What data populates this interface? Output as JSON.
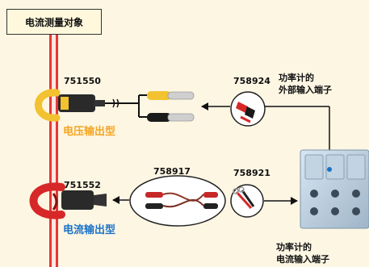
{
  "target": {
    "label": "电流测量对象"
  },
  "probe_voltage": {
    "model": "751550",
    "type_label": "电压输出型"
  },
  "probe_current": {
    "model": "751552",
    "type_label": "电流输出型"
  },
  "adapter_external": {
    "model": "758924",
    "terminal_label_line1": "功率计的",
    "terminal_label_line2": "外部输入端子"
  },
  "cable_set": {
    "model": "758917"
  },
  "adapter_current": {
    "model": "758921"
  },
  "power_meter": {
    "terminal_label_line1": "功率计的",
    "terminal_label_line2": "电流输入端子"
  },
  "colors": {
    "background": "#fdf6e3",
    "voltage_type": "#f5a623",
    "current_type": "#1a73c9",
    "conductor": "#e53935",
    "clamp_yellow": "#f2c230",
    "clamp_red": "#d62828"
  }
}
